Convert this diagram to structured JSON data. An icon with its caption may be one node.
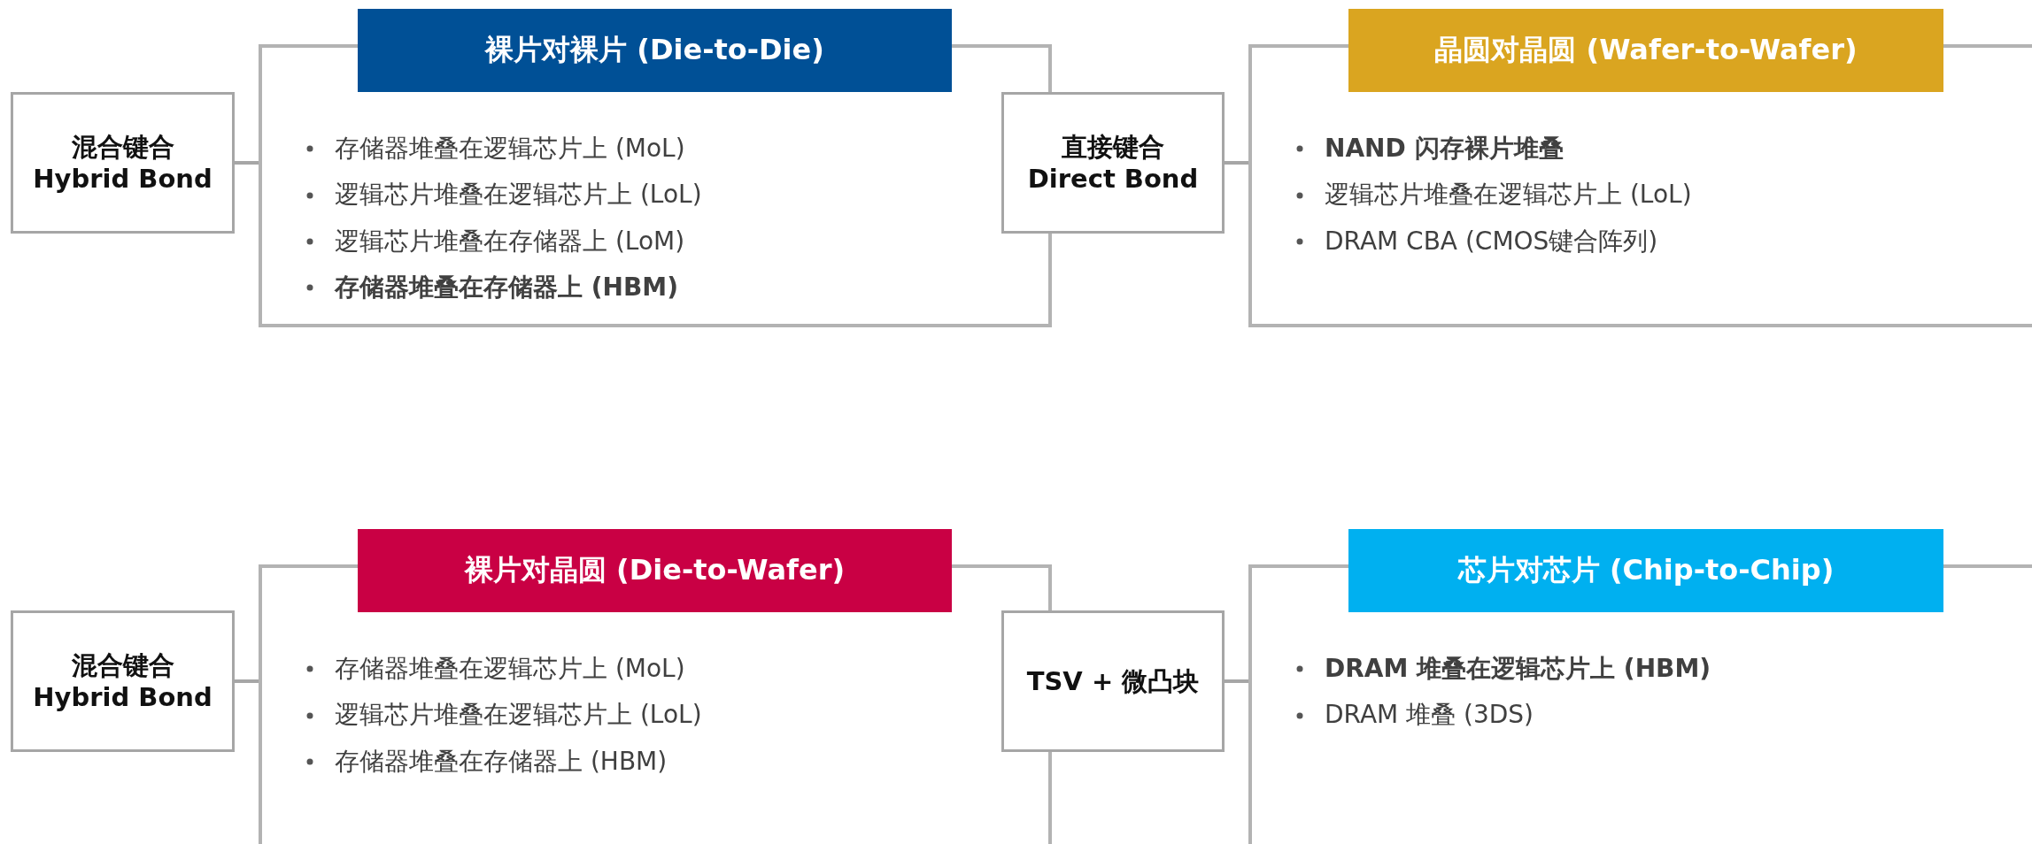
{
  "diagram": {
    "nodes": [
      {
        "text": [
          "混合键合",
          "Hybrid Bond"
        ]
      },
      {
        "text": [
          "裸片对裸片 (Die-to-Die)",
          "存储器堆叠在逻辑芯片上 (MoL)",
          "逻辑芯片堆叠在逻辑芯片上 (LoL)",
          "逻辑芯片堆叠在存储器上 (LoM)",
          "存储器堆叠在存储器上 (HBM)"
        ]
      },
      {
        "text": [
          "直接键合",
          "Direct Bond"
        ]
      },
      {
        "text": [
          "晶圆对晶圆 (Wafer-to-Wafer)",
          "NAND 闪存裸片堆叠",
          "逻辑芯片堆叠在逻辑芯片上 (LoL)",
          "DRAM CBA (CMOS键合阵列)"
        ]
      },
      {
        "text": [
          "混合键合",
          "Hybrid Bond"
        ]
      },
      {
        "text": [
          "裸片对晶圆 (Die-to-Wafer)",
          "存储器堆叠在逻辑芯片上 (MoL)",
          "逻辑芯片堆叠在逻辑芯片上 (LoL)",
          "存储器堆叠在存储器上 (HBM)"
        ]
      },
      {
        "text": [
          "TSV + 微凸块"
        ]
      },
      {
        "text": [
          "芯片对芯片 (Chip-to-Chip)",
          "DRAM 堆叠在逻辑芯片上 (HBM)",
          "DRAM 堆叠 (3DS)"
        ]
      }
    ],
    "edges": [
      {
        "from": 0,
        "to": 1,
        "arrow": "none"
      },
      {
        "from": 2,
        "to": 3,
        "arrow": "none"
      },
      {
        "from": 4,
        "to": 5,
        "arrow": "none"
      },
      {
        "from": 6,
        "to": 7,
        "arrow": "none"
      }
    ]
  }
}
